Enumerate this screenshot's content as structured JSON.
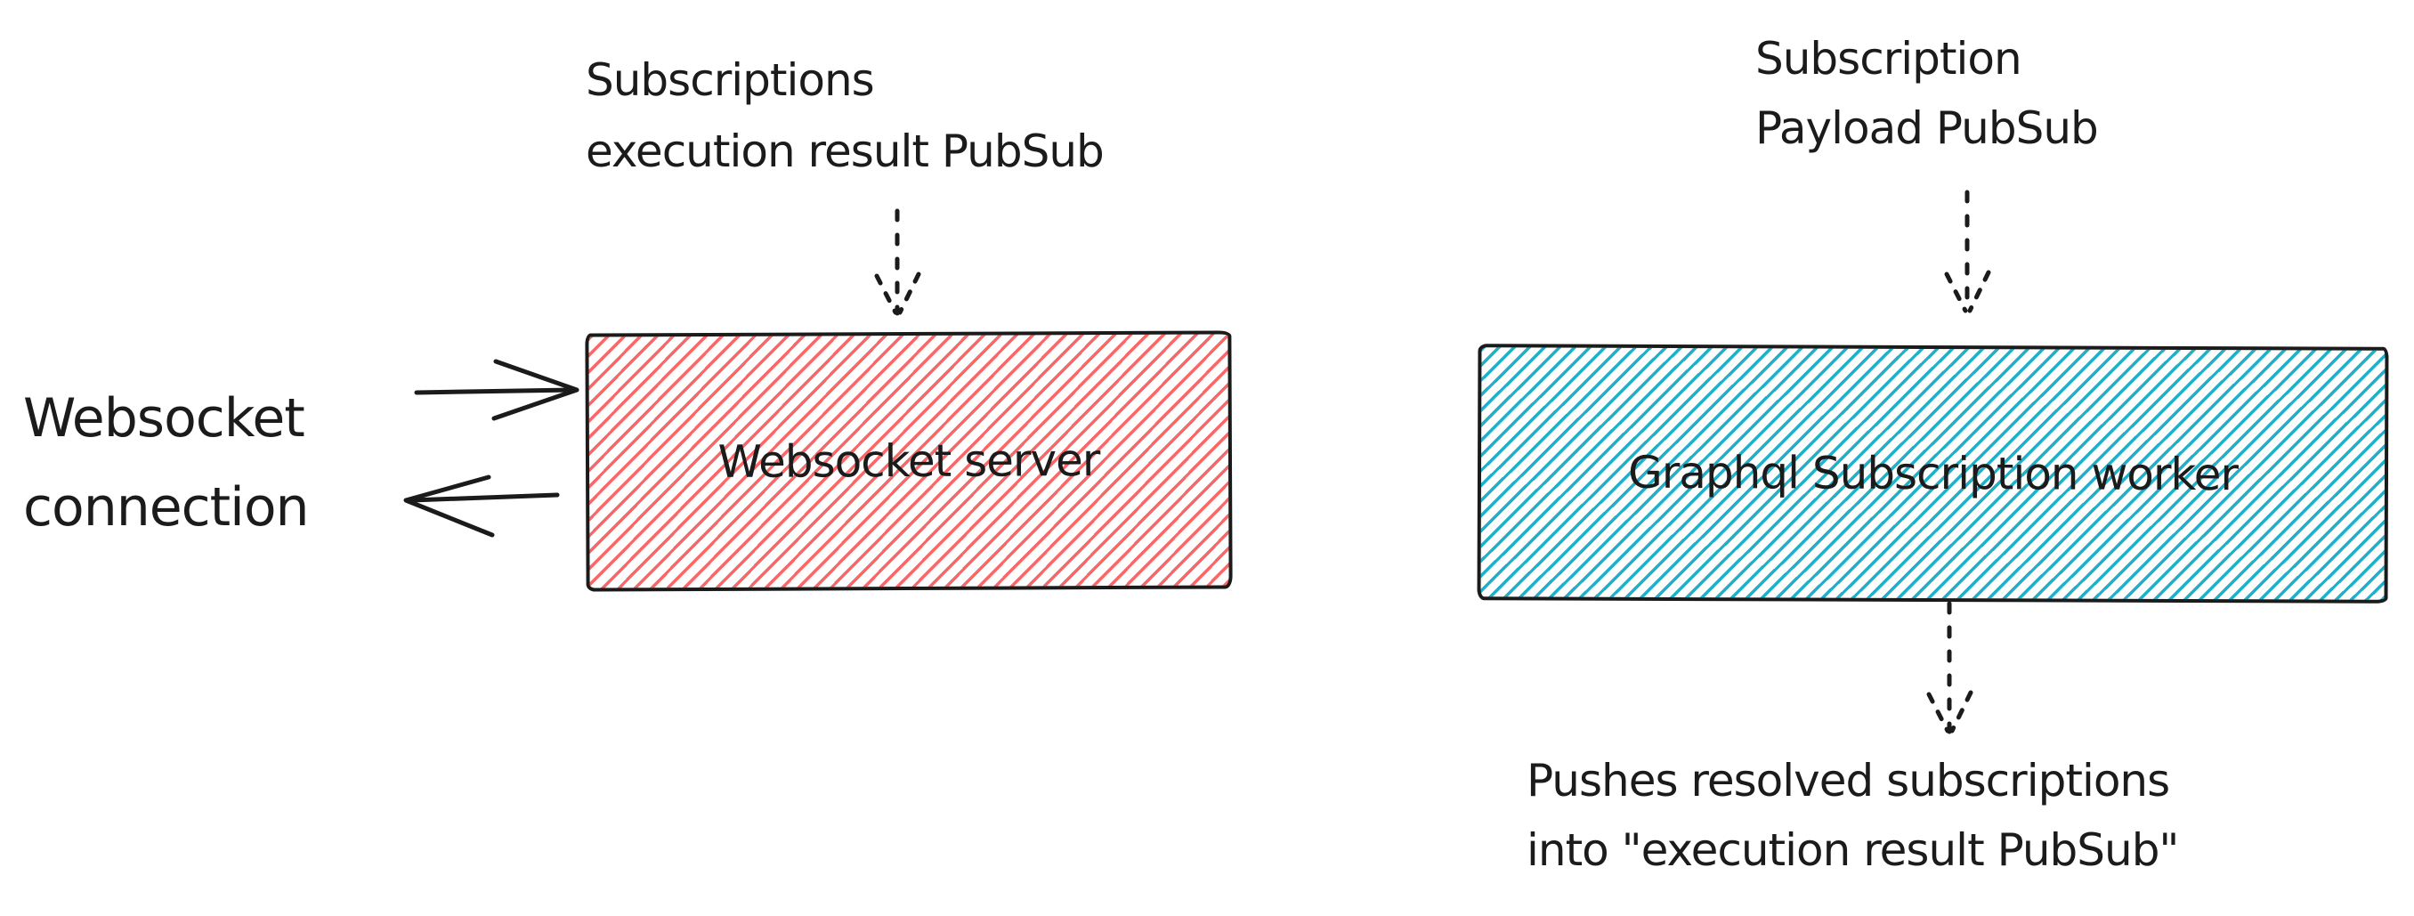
{
  "colors": {
    "stroke": "#1b1b1b",
    "red_hatch": "#f86868",
    "teal_hatch": "#21b0c9",
    "background": "#ffffff"
  },
  "labels": {
    "exec_pubsub": {
      "line1": "Subscriptions",
      "line2": "execution result PubSub"
    },
    "payload_pubsub": {
      "line1": "Subscription",
      "line2": "Payload PubSub"
    },
    "websocket_connection": {
      "line1": "Websocket",
      "line2": "connection"
    },
    "pushes": {
      "line1": "Pushes resolved subscriptions",
      "line2": "into \"execution result PubSub\""
    }
  },
  "boxes": {
    "websocket_server": {
      "label": "Websocket server",
      "fill_color": "#f86868"
    },
    "graphql_worker": {
      "label": "Graphql Subscription worker",
      "fill_color": "#21b0c9"
    }
  },
  "arrows": {
    "exec_pubsub_to_server": "dashed-arrow-down",
    "payload_pubsub_to_worker": "dashed-arrow-down",
    "worker_to_exec_pubsub": "dashed-arrow-down",
    "connection_in": "solid-arrow-right",
    "connection_out": "solid-arrow-left"
  }
}
